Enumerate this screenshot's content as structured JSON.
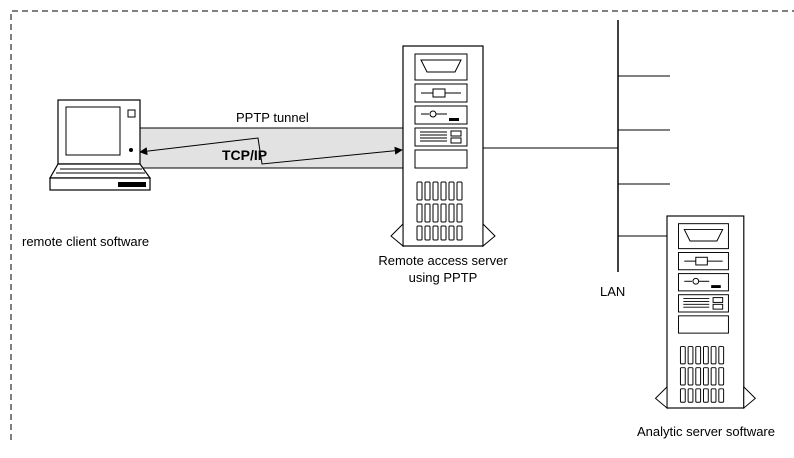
{
  "labels": {
    "tunnel": "PPTP tunnel",
    "protocol": "TCP/IP",
    "client": "remote client software",
    "ras_line1": "Remote access server",
    "ras_line2": "using PPTP",
    "lan": "LAN",
    "analytic": "Analytic server software"
  },
  "icons": {
    "client": "laptop-icon",
    "remote_server": "tower-server-icon",
    "analytic_server": "tower-server-icon"
  },
  "colors": {
    "tunnel_fill": "#e2e2e2",
    "stroke": "#000000",
    "background": "#ffffff"
  }
}
